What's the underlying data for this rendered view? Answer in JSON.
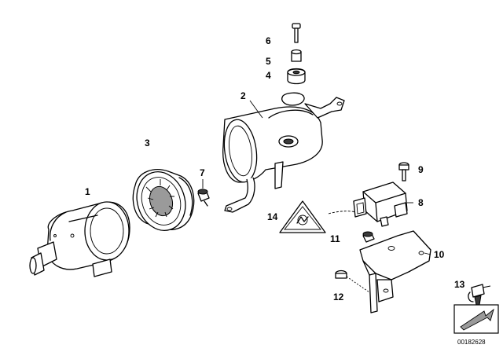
{
  "labels": {
    "p1": "1",
    "p2": "2",
    "p3": "3",
    "p4": "4",
    "p5": "5",
    "p6": "6",
    "p7": "7",
    "p8": "8",
    "p9": "9",
    "p10": "10",
    "p11": "11",
    "p12": "12",
    "p13": "13",
    "p14": "14"
  },
  "diagram_code": "00182628",
  "colors": {
    "line": "#000000",
    "background": "#ffffff",
    "shade": "#9a9a9a"
  }
}
